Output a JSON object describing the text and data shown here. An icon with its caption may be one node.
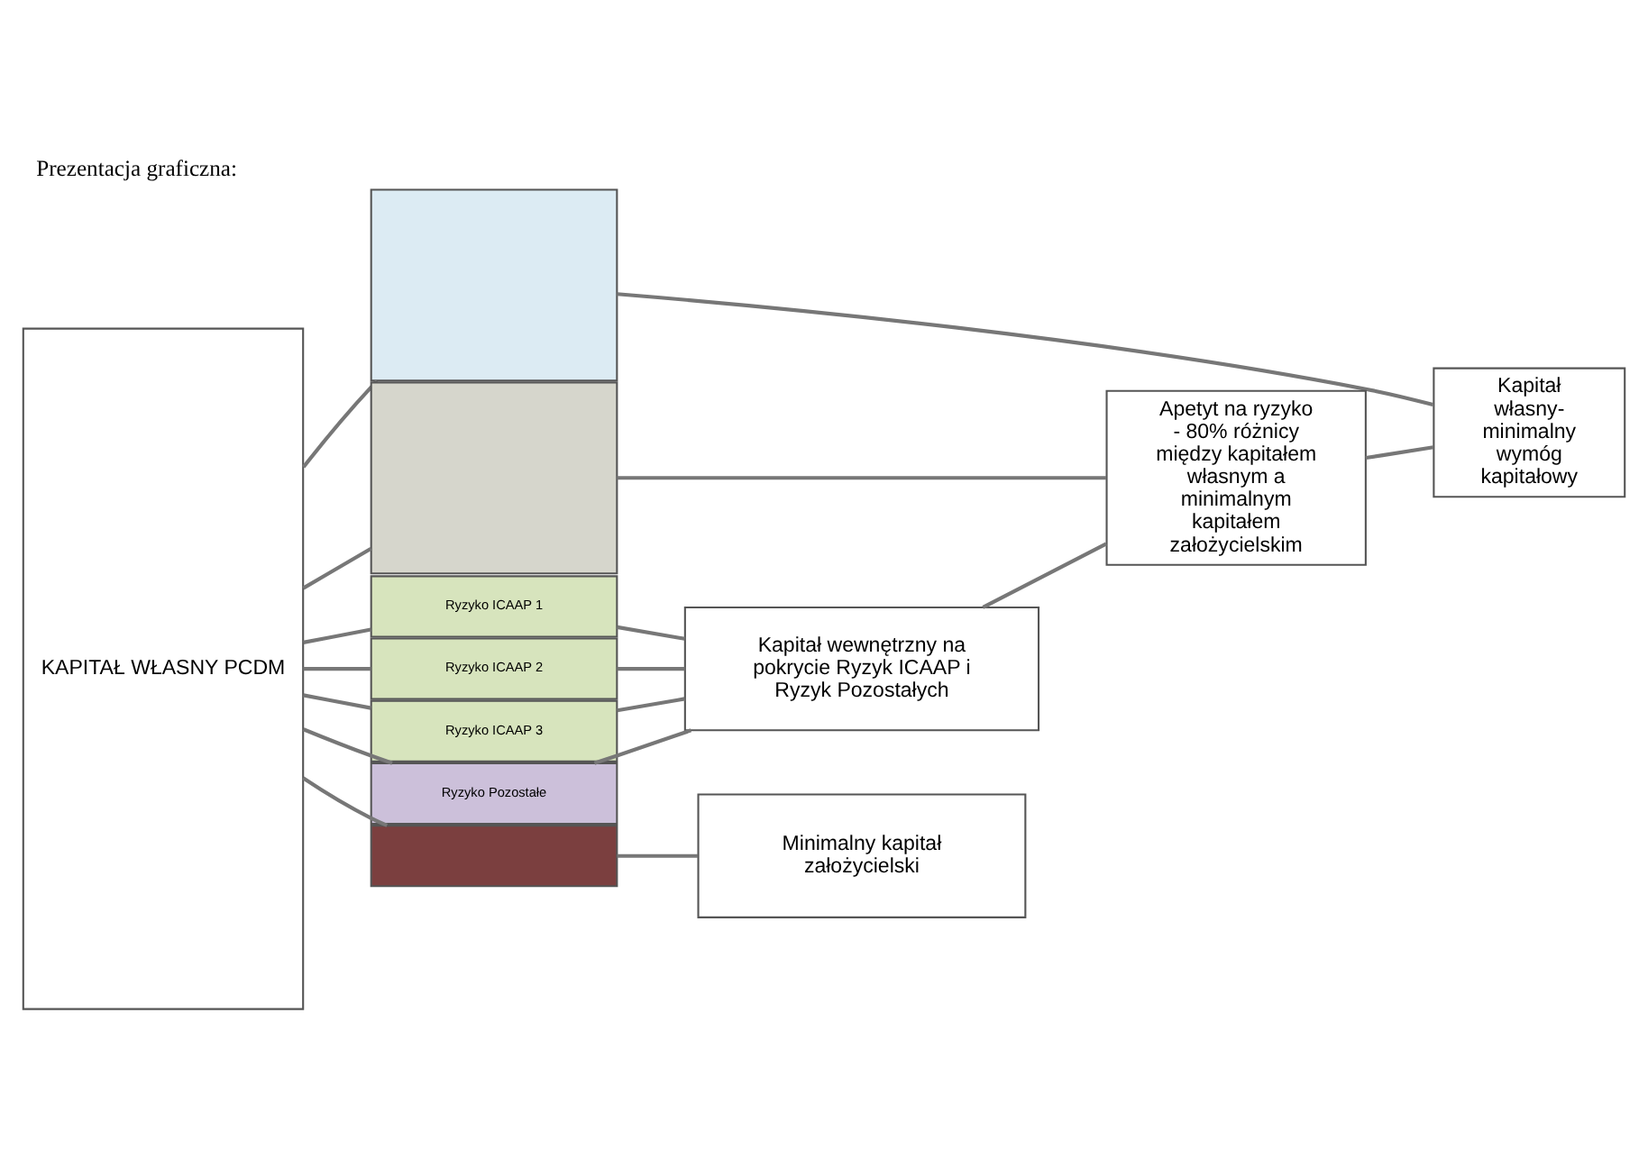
{
  "diagram": {
    "title": "Prezentacja graficzna:",
    "nodes": [
      {
        "text": [
          "KAPITAŁ WŁASNY PCDM"
        ]
      },
      {
        "text": [],
        "shape": "box"
      },
      {
        "text": [],
        "shape": "box"
      },
      {
        "text": [
          "Ryzyko ICAAP 1"
        ]
      },
      {
        "text": [
          "Ryzyko ICAAP 2"
        ]
      },
      {
        "text": [
          "Ryzyko ICAAP 3"
        ]
      },
      {
        "text": [
          "Ryzyko Pozostałe"
        ]
      },
      {
        "text": [],
        "shape": "box"
      },
      {
        "text": [
          "Kapitał wewnętrzny na pokrycie Ryzyk ICAAP i Ryzyk Pozostałych"
        ]
      },
      {
        "text": [
          "Minimalny kapitał założycielski"
        ]
      },
      {
        "text": [
          "Apetyt na ryzyko - 80% różnicy między kapitałem własnym a minimalnym kapitałem założycielskim"
        ]
      },
      {
        "text": [
          "Kapitał własny- minimalny wymóg kapitałowy"
        ]
      }
    ],
    "edges": [
      {
        "from": 0,
        "to": 1,
        "arrow": "none"
      },
      {
        "from": 0,
        "to": 2,
        "arrow": "none"
      },
      {
        "from": 0,
        "to": 3,
        "arrow": "none"
      },
      {
        "from": 0,
        "to": 4,
        "arrow": "none"
      },
      {
        "from": 0,
        "to": 5,
        "arrow": "none"
      },
      {
        "from": 0,
        "to": 6,
        "arrow": "none"
      },
      {
        "from": 0,
        "to": 7,
        "arrow": "none"
      },
      {
        "from": 3,
        "to": 8,
        "arrow": "none"
      },
      {
        "from": 4,
        "to": 8,
        "arrow": "none"
      },
      {
        "from": 5,
        "to": 8,
        "arrow": "none"
      },
      {
        "from": 6,
        "to": 8,
        "arrow": "none"
      },
      {
        "from": 7,
        "to": 9,
        "arrow": "none"
      },
      {
        "from": 2,
        "to": 10,
        "arrow": "none"
      },
      {
        "from": 8,
        "to": 10,
        "arrow": "none"
      },
      {
        "from": 1,
        "to": 11,
        "arrow": "none"
      },
      {
        "from": 10,
        "to": 11,
        "arrow": "none"
      }
    ]
  }
}
